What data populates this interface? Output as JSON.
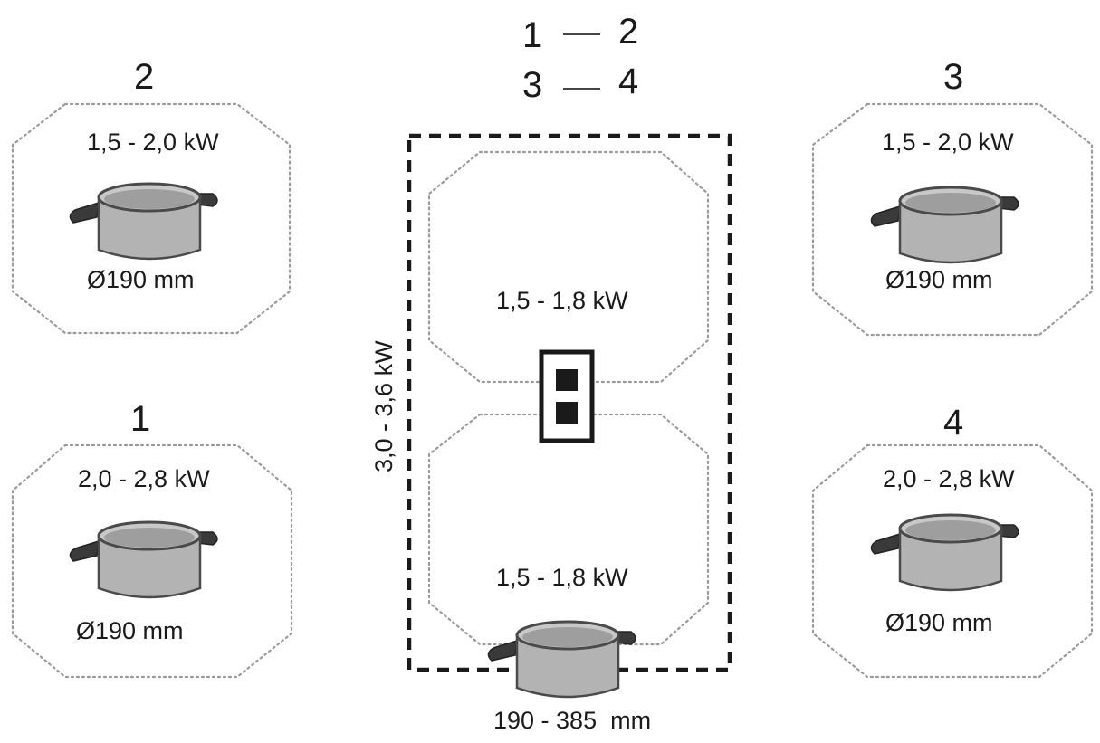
{
  "legend": {
    "row1": {
      "left": "1",
      "right": "2"
    },
    "row2": {
      "left": "3",
      "right": "4"
    }
  },
  "zones": [
    {
      "number": "2",
      "power": "1,5 - 2,0 kW",
      "diameter": "Ø190 mm"
    },
    {
      "number": "1",
      "power": "2,0 - 2,8 kW",
      "diameter": "Ø190 mm"
    },
    {
      "number": "3",
      "power": "1,5 - 2,0 kW",
      "diameter": "Ø190 mm"
    },
    {
      "number": "4",
      "power": "2,0 - 2,8 kW",
      "diameter": "Ø190 mm"
    }
  ],
  "bridge": {
    "total_power": "3,0 - 3,6 kW",
    "upper_power": "1,5 - 1,8 kW",
    "lower_power": "1,5 - 1,8 kW",
    "size_range": "190 - 385  mm"
  },
  "colors": {
    "pot_body": "#b3b3b3",
    "pot_rim": "#4a4a4a",
    "handle": "#3a3a3a",
    "zone_outline": "#9a9a9a",
    "bridge_outline": "#1a1a1a"
  },
  "icons": [
    "pot-icon",
    "bridge-switch-icon"
  ]
}
